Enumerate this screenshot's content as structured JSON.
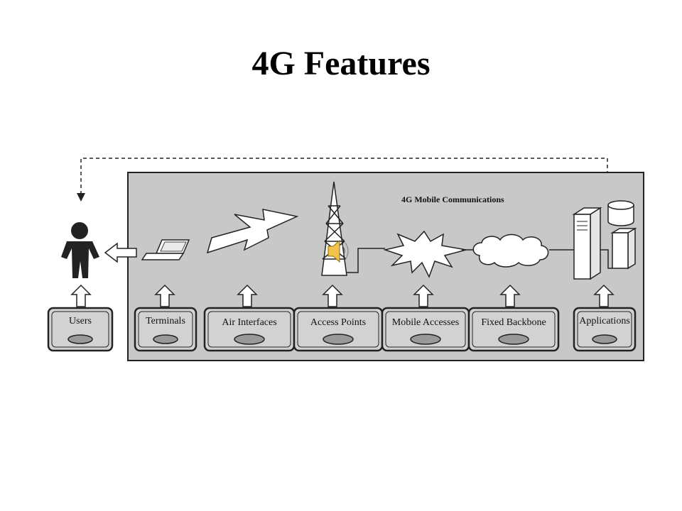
{
  "slide": {
    "title": "4G Features"
  },
  "diagram": {
    "banner": "4G Mobile Communications",
    "labels": {
      "users": "Users",
      "terminals": "Terminals",
      "air_interfaces": "Air Interfaces",
      "access_points": "Access Points",
      "mobile_accesses": "Mobile Accesses",
      "fixed_backbone": "Fixed Backbone",
      "applications": "Applications"
    }
  },
  "colors": {
    "panel": "#c8c8c8",
    "box": "#d2d2d2",
    "icon": "#ffffff",
    "stroke": "#222222"
  }
}
